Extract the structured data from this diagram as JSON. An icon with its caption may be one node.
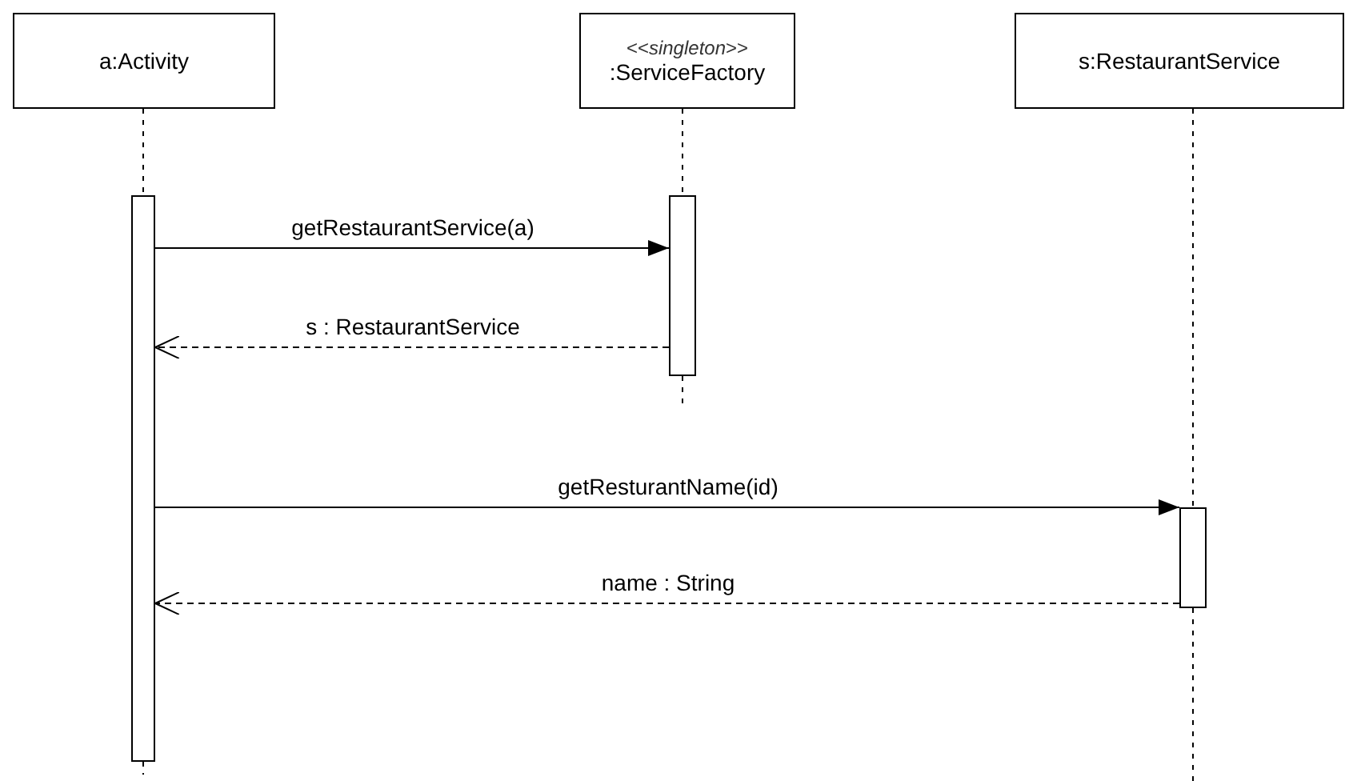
{
  "diagram": {
    "nodes": [
      {
        "text": [
          "a:Activity"
        ]
      },
      {
        "text": [
          "<<*singleton*>>",
          ":ServiceFactory"
        ]
      },
      {
        "text": [
          "s:RestaurantService"
        ]
      },
      {
        "text": [],
        "shape": "bar"
      },
      {
        "text": [],
        "shape": "bar"
      },
      {
        "text": [],
        "shape": "bar"
      }
    ],
    "edges": [
      {
        "from": 0,
        "to": 3,
        "arrow": "none",
        "style": "dashed"
      },
      {
        "from": 1,
        "to": 4,
        "arrow": "none",
        "style": "dashed"
      },
      {
        "from": 2,
        "to": 5,
        "arrow": "none",
        "style": "dashed"
      },
      {
        "from": 3,
        "to": null,
        "arrow": "none",
        "style": "dashed"
      },
      {
        "from": 4,
        "to": null,
        "arrow": "none",
        "style": "dashed"
      },
      {
        "from": 5,
        "to": null,
        "arrow": "none",
        "style": "dashed"
      },
      {
        "from": 3,
        "to": 4,
        "arrow": "to",
        "label": "getRestaurantService(a)"
      },
      {
        "from": 4,
        "to": 3,
        "arrow": "to",
        "label": "s : RestaurantService",
        "style": "dashed"
      },
      {
        "from": 3,
        "to": 5,
        "arrow": "to",
        "label": "getResturantName(id)"
      },
      {
        "from": 5,
        "to": 3,
        "arrow": "to",
        "label": "name : String",
        "style": "dashed"
      }
    ]
  }
}
